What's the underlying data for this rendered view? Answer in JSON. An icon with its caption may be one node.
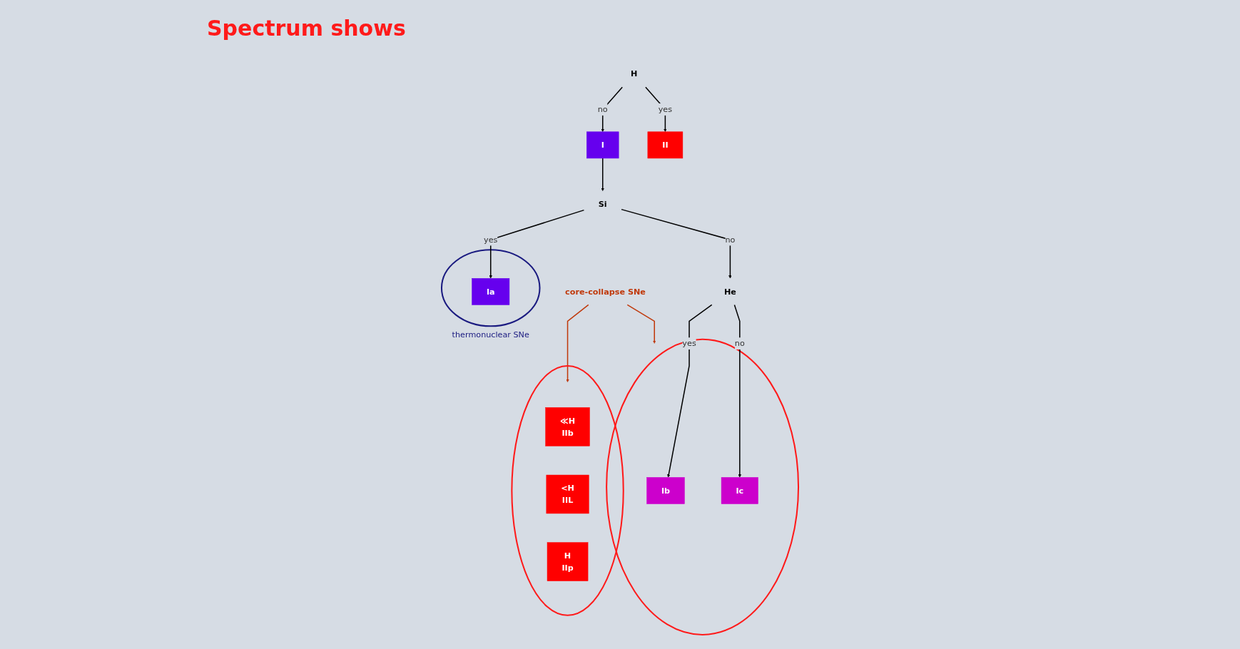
{
  "diagram": {
    "title": "Spectrum shows",
    "nodes": [
      {
        "text": [
          "H"
        ]
      },
      {
        "text": [
          "I"
        ]
      },
      {
        "text": [
          "II"
        ]
      },
      {
        "text": [
          "Si"
        ]
      },
      {
        "text": [
          "He"
        ]
      },
      {
        "text": [
          "thermonuclear SNe"
        ]
      },
      {
        "text": [
          "Ia"
        ],
        "in": 5
      },
      {
        "text": [],
        "shape": "circle"
      },
      {
        "text": [
          "Ib"
        ],
        "in": 7
      },
      {
        "text": [
          "Ic"
        ],
        "in": 7
      },
      {
        "text": [],
        "shape": "circle"
      },
      {
        "text": [
          "≪H",
          "IIb"
        ],
        "in": 10
      },
      {
        "text": [
          "<H",
          "IIL"
        ],
        "in": 10
      },
      {
        "text": [
          "H",
          "IIp"
        ],
        "in": 10
      },
      {
        "text": [
          "core-collapse SNe"
        ]
      }
    ],
    "edges": [
      {
        "from": 0,
        "to": 1,
        "arrow": "to",
        "label": "no"
      },
      {
        "from": 0,
        "to": 2,
        "arrow": "to",
        "label": "yes"
      },
      {
        "from": 1,
        "to": 3,
        "arrow": "to"
      },
      {
        "from": 3,
        "to": 4,
        "arrow": "to",
        "label": "no"
      },
      {
        "from": 3,
        "to": 6,
        "arrow": "to",
        "label": "yes"
      },
      {
        "from": 4,
        "to": 8,
        "arrow": "to",
        "label": "yes"
      },
      {
        "from": 4,
        "to": 9,
        "arrow": "to",
        "label": "no"
      },
      {
        "from": 14,
        "to": 7,
        "arrow": "to",
        "color": "#c0390b"
      },
      {
        "from": 14,
        "to": 10,
        "arrow": "to",
        "color": "#c0390b"
      }
    ]
  }
}
